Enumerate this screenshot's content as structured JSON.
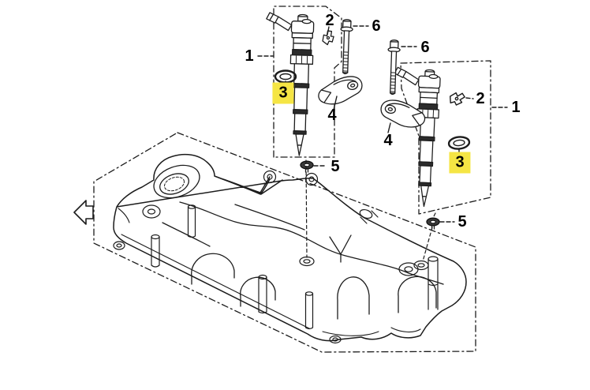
{
  "colors": {
    "background": "#ffffff",
    "line": "#1c1c1c",
    "highlight": "#f5e544",
    "label_text": "#000000"
  },
  "icons": {
    "direction_arrow": "hollow-arrow-left"
  },
  "callouts": [
    {
      "id": "left-1",
      "label": "1",
      "highlighted": false
    },
    {
      "id": "left-2",
      "label": "2",
      "highlighted": false
    },
    {
      "id": "left-3",
      "label": "3",
      "highlighted": true
    },
    {
      "id": "left-4",
      "label": "4",
      "highlighted": false
    },
    {
      "id": "left-5",
      "label": "5",
      "highlighted": false
    },
    {
      "id": "left-6",
      "label": "6",
      "highlighted": false
    },
    {
      "id": "right-1",
      "label": "1",
      "highlighted": false
    },
    {
      "id": "right-2",
      "label": "2",
      "highlighted": false
    },
    {
      "id": "right-3",
      "label": "3",
      "highlighted": true
    },
    {
      "id": "right-4",
      "label": "4",
      "highlighted": false
    },
    {
      "id": "right-5",
      "label": "5",
      "highlighted": false
    },
    {
      "id": "right-6",
      "label": "6",
      "highlighted": false
    }
  ]
}
